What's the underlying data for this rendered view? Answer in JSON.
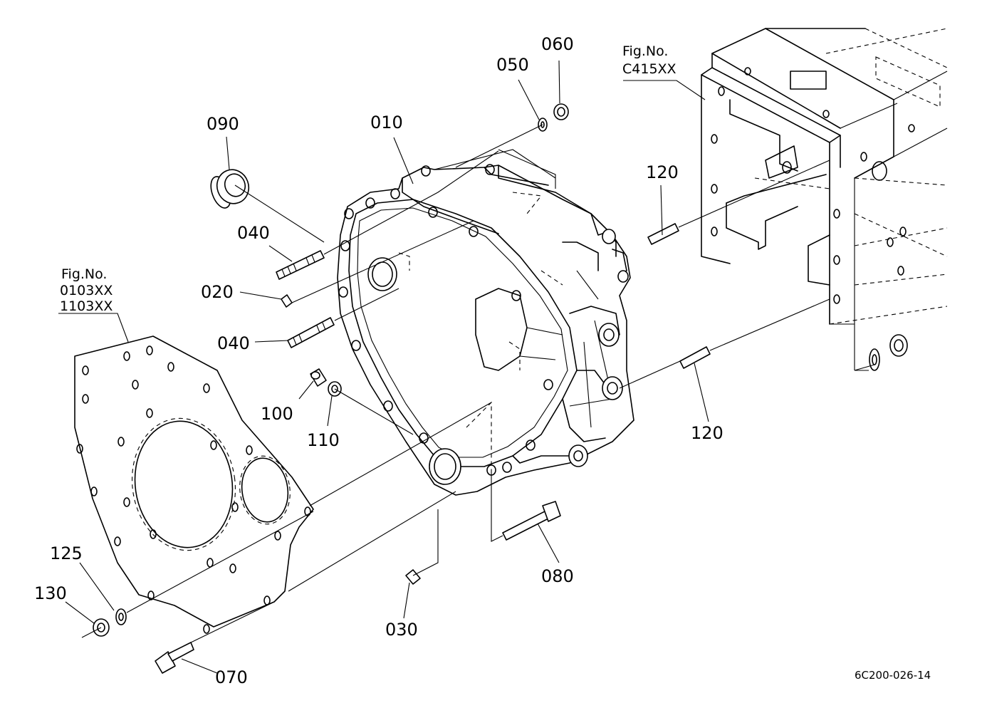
{
  "diagram": {
    "parts": [
      {
        "id": "part-010",
        "number": "010"
      },
      {
        "id": "part-020",
        "number": "020"
      },
      {
        "id": "part-030",
        "number": "030"
      },
      {
        "id": "part-040-upper",
        "number": "040"
      },
      {
        "id": "part-040-lower",
        "number": "040"
      },
      {
        "id": "part-050",
        "number": "050"
      },
      {
        "id": "part-060",
        "number": "060"
      },
      {
        "id": "part-070",
        "number": "070"
      },
      {
        "id": "part-080",
        "number": "080"
      },
      {
        "id": "part-090",
        "number": "090"
      },
      {
        "id": "part-100",
        "number": "100"
      },
      {
        "id": "part-110",
        "number": "110"
      },
      {
        "id": "part-120-upper",
        "number": "120"
      },
      {
        "id": "part-120-lower",
        "number": "120"
      },
      {
        "id": "part-125",
        "number": "125"
      },
      {
        "id": "part-130",
        "number": "130"
      }
    ],
    "figure_refs": {
      "engine": {
        "label": "Fig.No.",
        "codes": [
          "0103XX",
          "1103XX"
        ]
      },
      "frame": {
        "label": "Fig.No.",
        "codes": [
          "C415XX"
        ]
      }
    },
    "drawing_code": "6C200-026-14"
  }
}
